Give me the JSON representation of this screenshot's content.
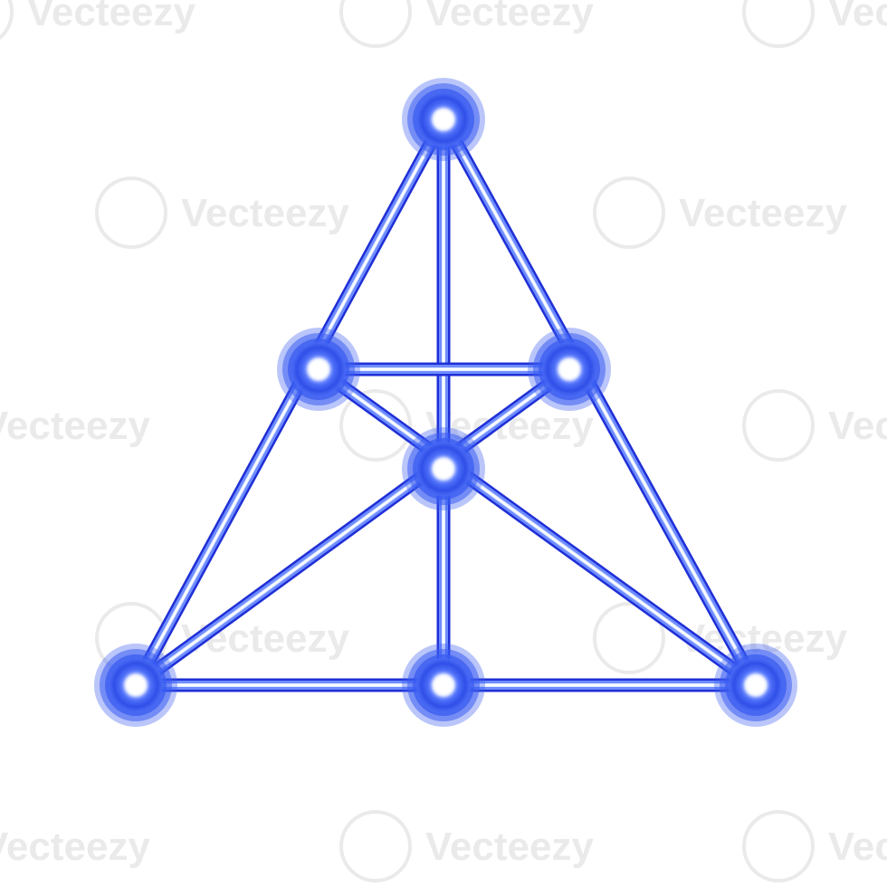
{
  "watermark": {
    "text": "Vecteezy",
    "color": "#d9d9d9"
  },
  "diagram": {
    "kind": "fano-plane",
    "colors": {
      "edge_outer": "#1f2fd6",
      "edge_inner": "#6f8dff",
      "edge_core": "#e8f0ff",
      "node_halo": "#3a5cf0",
      "node_core": "#ffffff"
    },
    "nodes": [
      {
        "id": "apex"
      },
      {
        "id": "mid-left"
      },
      {
        "id": "mid-right"
      },
      {
        "id": "center"
      },
      {
        "id": "bottom-left"
      },
      {
        "id": "bottom-mid"
      },
      {
        "id": "bottom-right"
      }
    ],
    "edges": [
      [
        "apex",
        "bottom-left"
      ],
      [
        "apex",
        "bottom-right"
      ],
      [
        "bottom-left",
        "bottom-right"
      ],
      [
        "apex",
        "bottom-mid"
      ],
      [
        "bottom-left",
        "mid-right"
      ],
      [
        "bottom-right",
        "mid-left"
      ],
      [
        "mid-left",
        "mid-right"
      ]
    ]
  }
}
